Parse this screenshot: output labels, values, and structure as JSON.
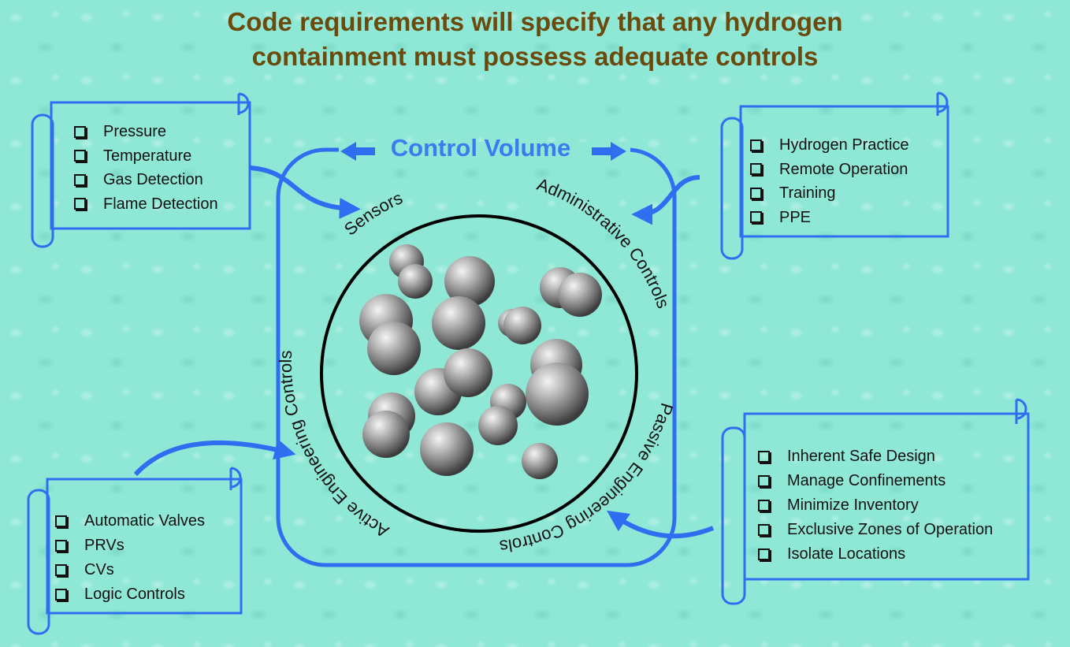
{
  "title": {
    "line1": "Code requirements will specify that any hydrogen",
    "line2": "containment must possess adequate controls"
  },
  "control_volume": "Control Volume",
  "ring_labels": {
    "sensors": "Sensors",
    "administrative": "Administrative Controls",
    "passive": "Passive Engineering Controls",
    "active": "Active Engineering Controls"
  },
  "lists": {
    "sensors": [
      "Pressure",
      "Temperature",
      "Gas Detection",
      "Flame Detection"
    ],
    "administrative": [
      "Hydrogen Practice",
      "Remote Operation",
      "Training",
      "PPE"
    ],
    "active": [
      "Automatic Valves",
      "PRVs",
      "CVs",
      "Logic Controls"
    ],
    "passive": [
      "Inherent Safe Design",
      "Manage Confinements",
      "Minimize Inventory",
      "Exclusive Zones of Operation",
      "Isolate Locations"
    ]
  },
  "icons": [
    "checkbox-icon",
    "scroll-icon",
    "arrow-icon",
    "sphere-icon"
  ],
  "colors": {
    "background": "#8fe8d6",
    "title": "#6b4a0e",
    "border_blue": "#2f6ef0",
    "control_volume_text": "#3a7cf0",
    "ring": "#000000"
  }
}
